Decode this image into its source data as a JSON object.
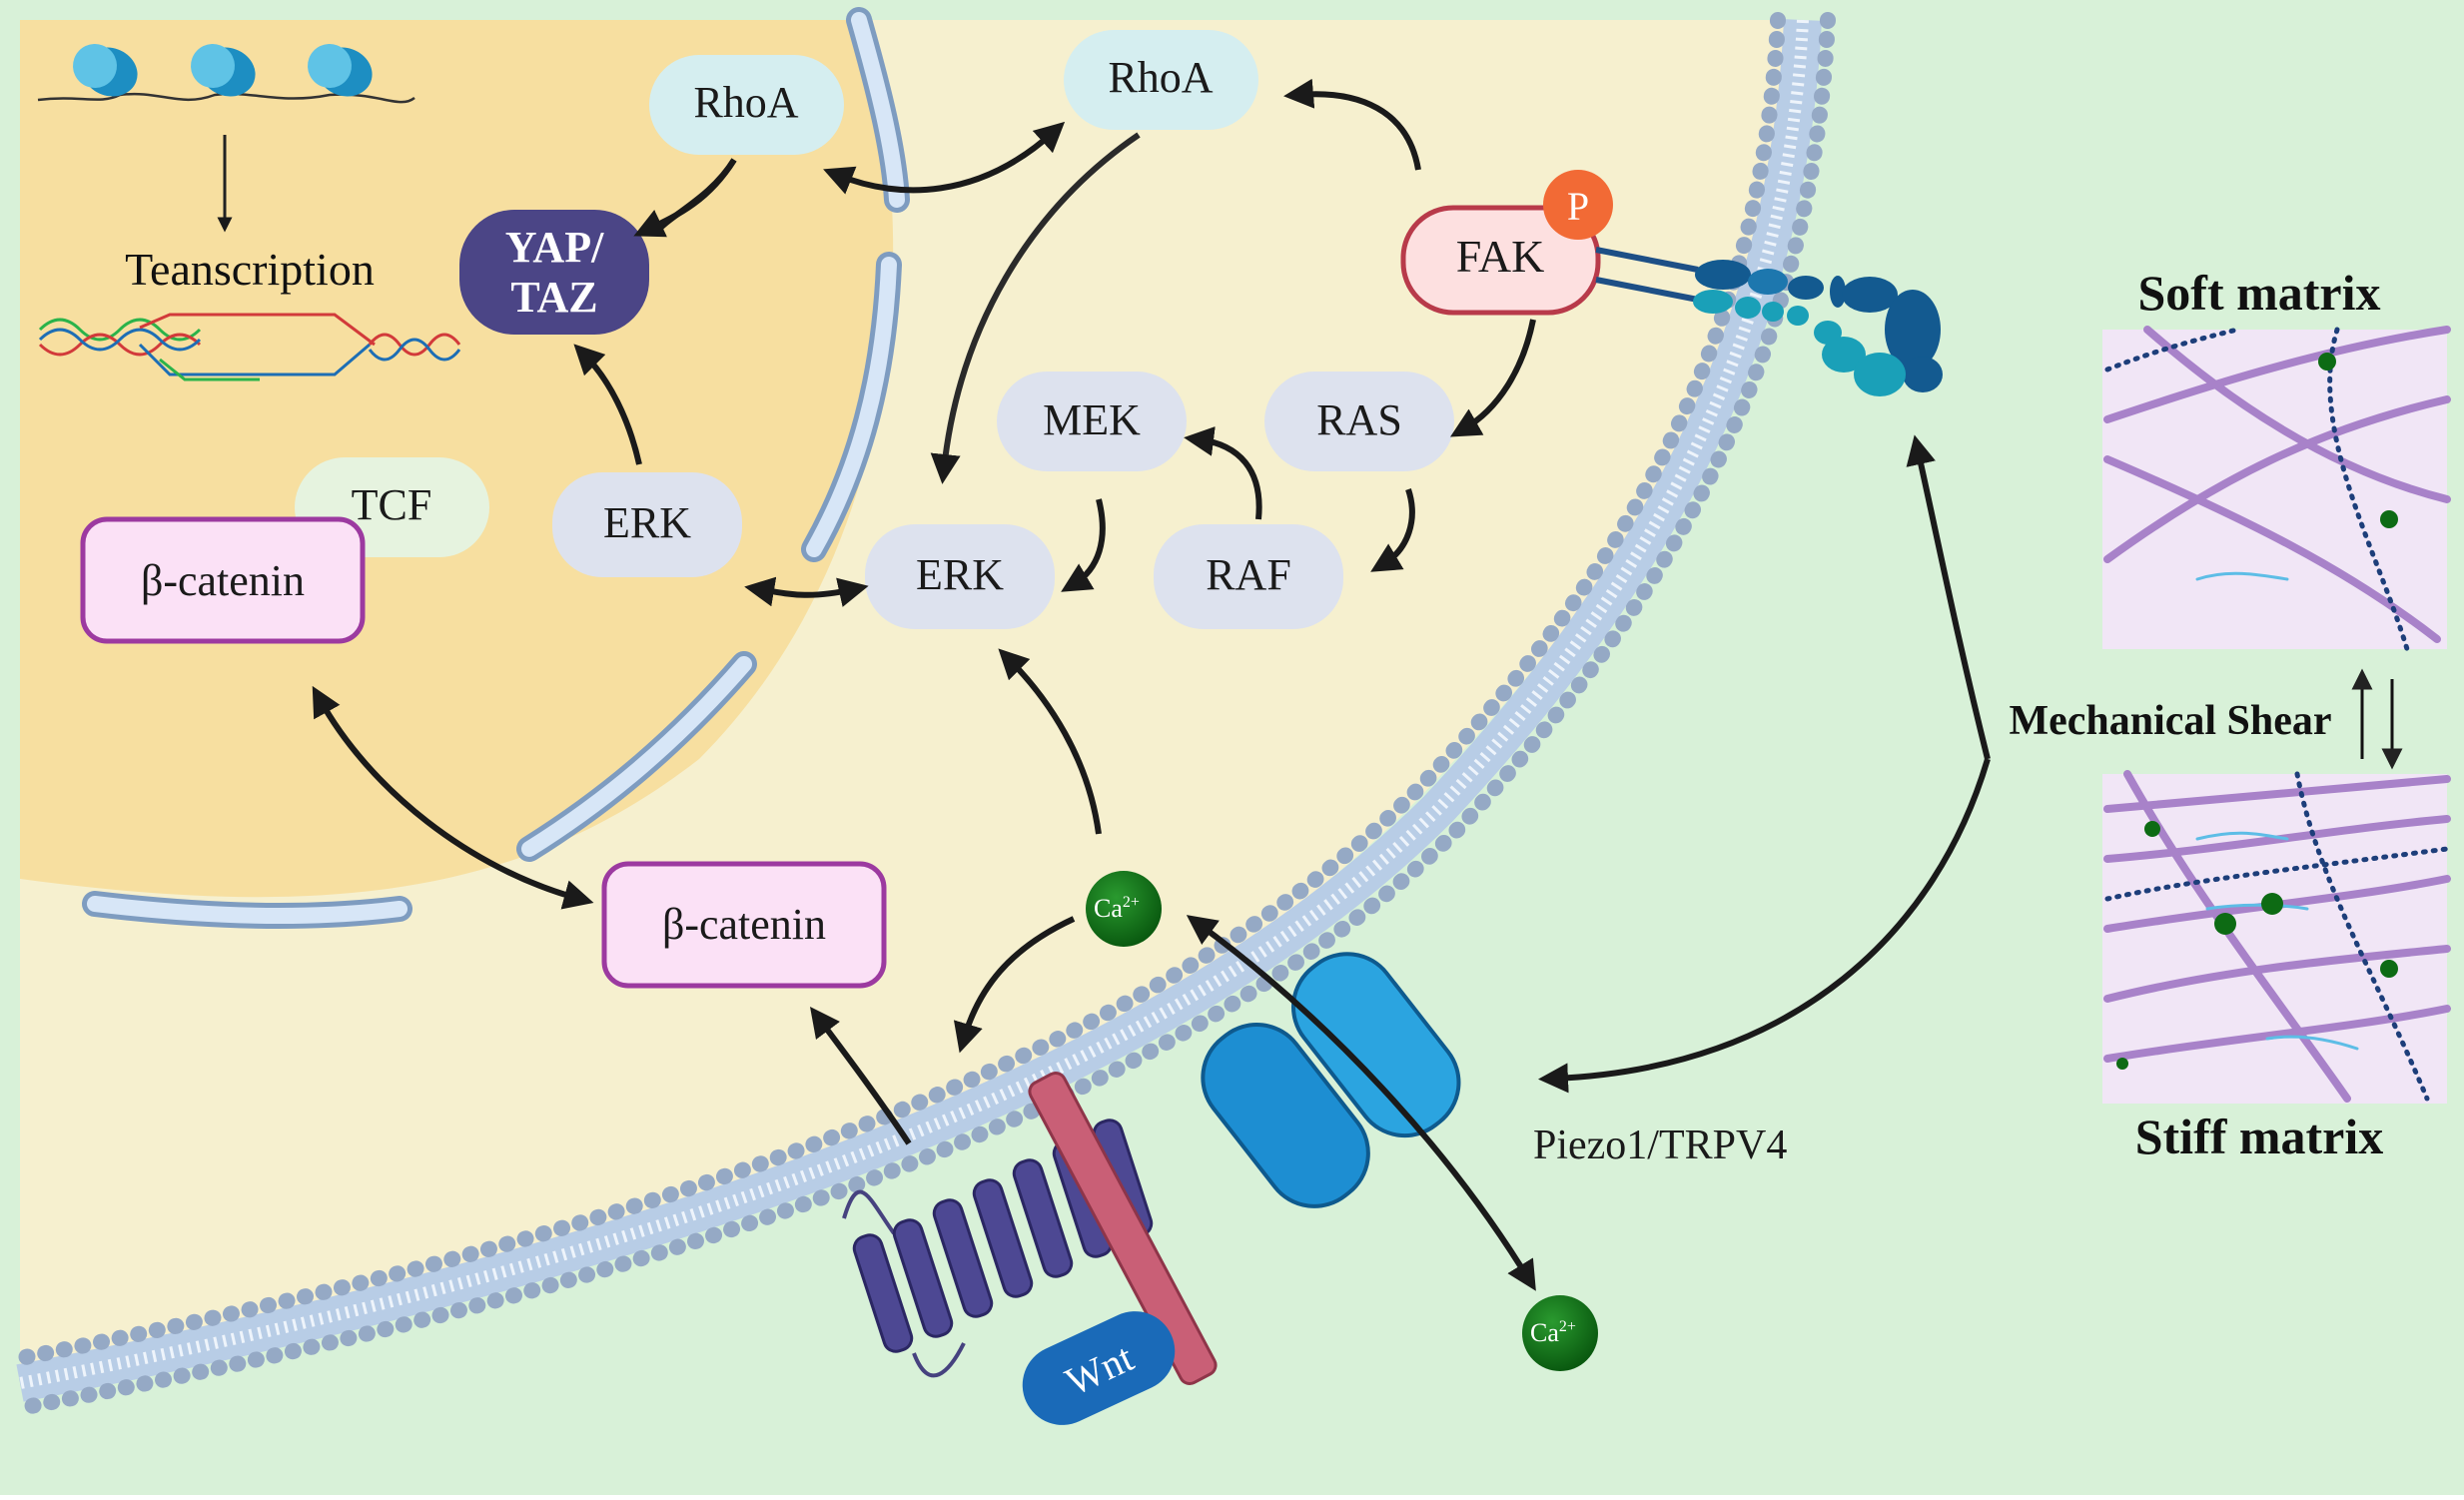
{
  "nodes": {
    "rhoa_nuclear": "RhoA",
    "rhoa_cyto": "RhoA",
    "yap_taz_line1": "YAP/",
    "yap_taz_line2": "TAZ",
    "transcription": "Teanscription",
    "tcf": "TCF",
    "beta_catenin_nuclear": "β-catenin",
    "beta_catenin_cyto": "β-catenin",
    "erk_nuclear": "ERK",
    "erk_cyto": "ERK",
    "mek": "MEK",
    "ras": "RAS",
    "raf": "RAF",
    "fak": "FAK",
    "phospho": "P",
    "calcium_ion": "Ca",
    "calcium_charge": "2+",
    "wnt": "Wnt",
    "channel_label": "Piezo1/TRPV4",
    "soft_matrix": "Soft matrix",
    "stiff_matrix": "Stiff matrix",
    "mechanical_shear": "Mechanical Shear"
  },
  "colors": {
    "extracellular": "#d8f1d8",
    "cytoplasm": "#f6f0cf",
    "nucleus": "#f7dfa0",
    "rhoa": "#d5eef0",
    "yap_taz": "#4b4586",
    "kinase": "#dde2ee",
    "tcf": "#e6f3df",
    "beta_catenin_fill": "#fbe1f6",
    "beta_catenin_border": "#9c3aa0",
    "fak_fill": "#fde0e0",
    "fak_border": "#b83a4a",
    "phospho": "#f26a35",
    "calcium": "#0d6b14",
    "channel": "#1d8ed2",
    "wnt": "#1a6ab8",
    "receptor": "#46427f",
    "coreceptor": "#c95f76",
    "membrane_head": "#9aaec8"
  }
}
